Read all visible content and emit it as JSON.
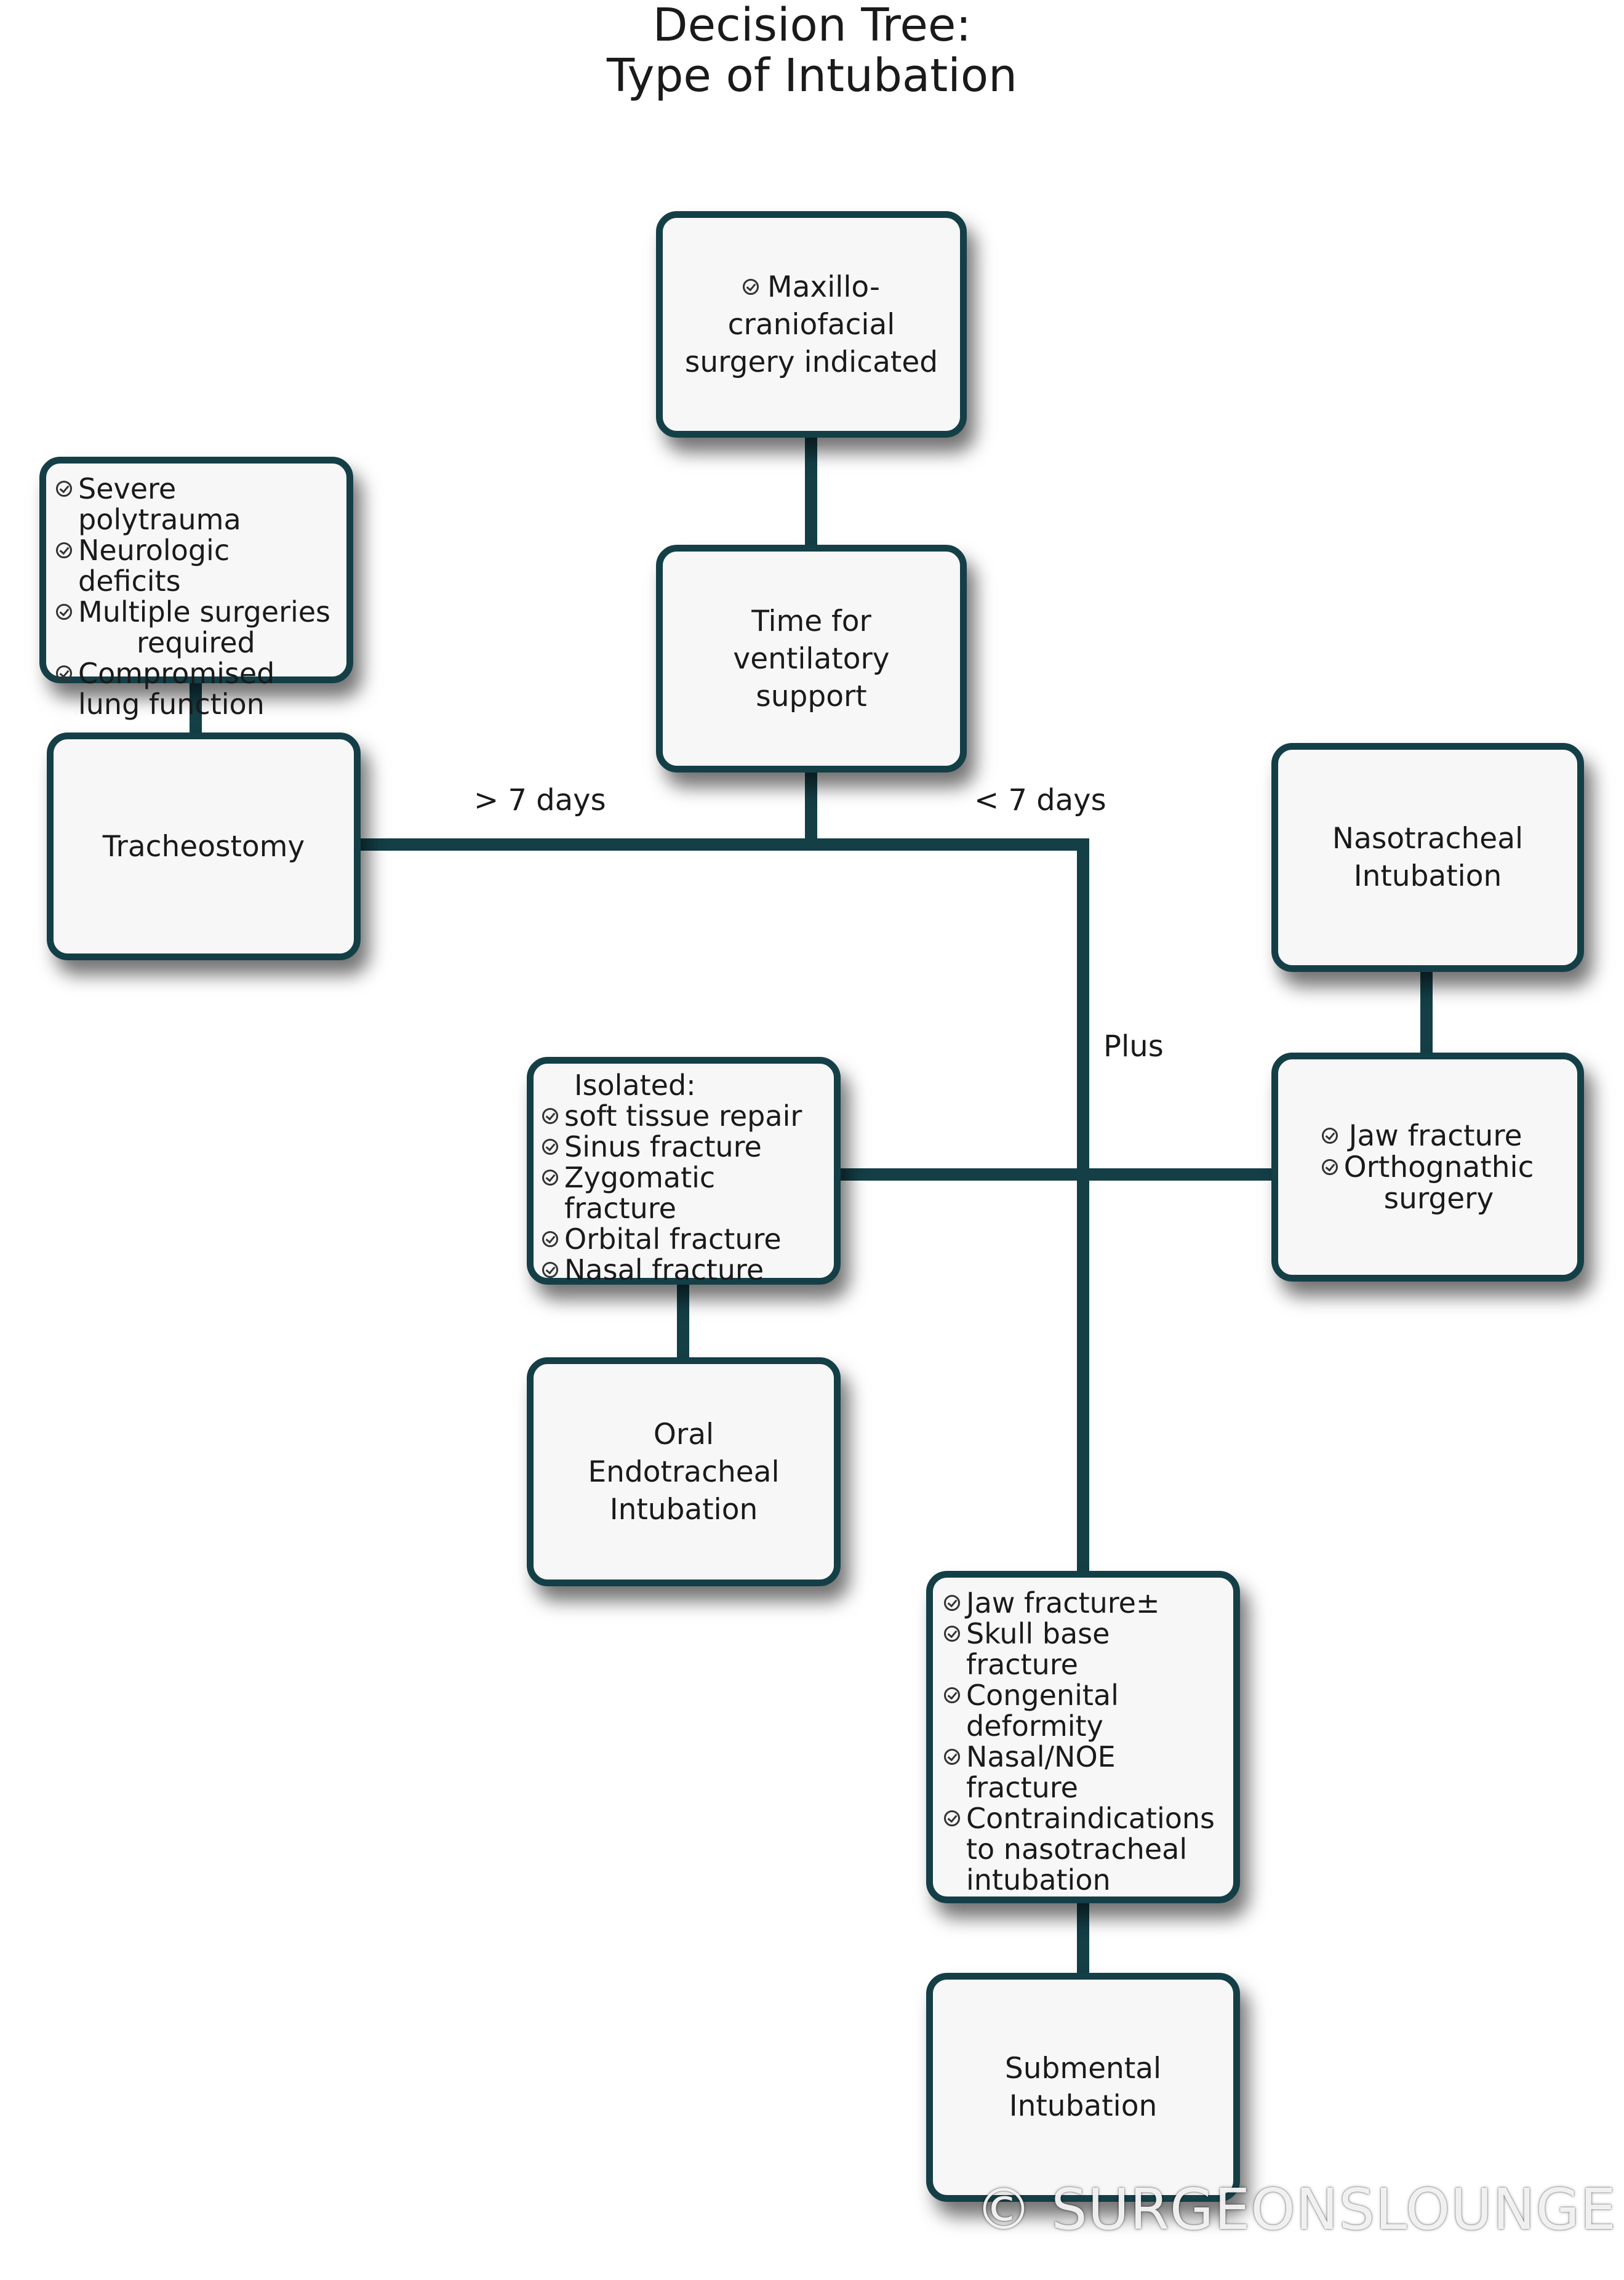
{
  "title": {
    "line1": "Decision Tree:",
    "line2": "Type of Intubation"
  },
  "colors": {
    "connector": "#143f47",
    "box_fill": "#f7f7f7"
  },
  "icons": {
    "bullet": "check-circle-icon"
  },
  "nodes": {
    "maxillo": {
      "lines": [
        "Maxillo-",
        "craniofacial",
        "surgery indicated"
      ]
    },
    "ventilatory": {
      "lines": [
        "Time for",
        "ventilatory",
        "support"
      ]
    },
    "trach_criteria": {
      "items": [
        [
          "Severe polytrauma"
        ],
        [
          "Neurologic deficits"
        ],
        [
          "Multiple surgeries",
          "required"
        ],
        [
          "Compromised",
          "lung function"
        ]
      ]
    },
    "tracheostomy": {
      "lines": [
        "Tracheostomy"
      ]
    },
    "nasotracheal": {
      "lines": [
        "Nasotracheal",
        "Intubation"
      ]
    },
    "jaw_criteria": {
      "items": [
        [
          "Jaw fracture"
        ],
        [
          "Orthognathic",
          "surgery"
        ]
      ]
    },
    "isolated": {
      "heading": "Isolated:",
      "items": [
        [
          "soft tissue repair"
        ],
        [
          "Sinus fracture"
        ],
        [
          "Zygomatic fracture"
        ],
        [
          "Orbital fracture"
        ],
        [
          "Nasal fracture"
        ]
      ]
    },
    "oral": {
      "lines": [
        "Oral",
        "Endotracheal",
        "Intubation"
      ]
    },
    "submental_criteria": {
      "items": [
        [
          "Jaw fracture±"
        ],
        [
          "Skull base fracture"
        ],
        [
          "Congenital",
          "deformity"
        ],
        [
          "Nasal/NOE",
          "fracture"
        ],
        [
          "Contraindications",
          "to nasotracheal",
          "intubation"
        ]
      ]
    },
    "submental": {
      "lines": [
        "Submental",
        "Intubation"
      ]
    }
  },
  "edge_labels": {
    "over_7": "> 7 days",
    "under_7": "< 7 days",
    "plus": "Plus"
  },
  "watermark": "© SURGEONSLOUNGE"
}
